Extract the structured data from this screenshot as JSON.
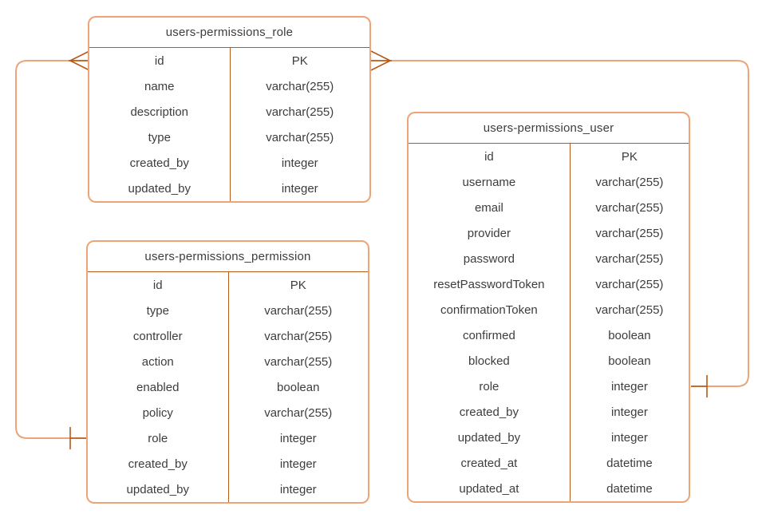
{
  "diagram": {
    "type": "entity-relationship",
    "colors": {
      "line": "#eca479",
      "marker": "#b85a17",
      "text": "#3d3d3d",
      "background": "#ffffff"
    },
    "entities": [
      {
        "name": "users-permissions_role",
        "fields": [
          {
            "name": "id",
            "type": "PK"
          },
          {
            "name": "name",
            "type": "varchar(255)"
          },
          {
            "name": "description",
            "type": "varchar(255)"
          },
          {
            "name": "type",
            "type": "varchar(255)"
          },
          {
            "name": "created_by",
            "type": "integer"
          },
          {
            "name": "updated_by",
            "type": "integer"
          }
        ]
      },
      {
        "name": "users-permissions_permission",
        "fields": [
          {
            "name": "id",
            "type": "PK"
          },
          {
            "name": "type",
            "type": "varchar(255)"
          },
          {
            "name": "controller",
            "type": "varchar(255)"
          },
          {
            "name": "action",
            "type": "varchar(255)"
          },
          {
            "name": "enabled",
            "type": "boolean"
          },
          {
            "name": "policy",
            "type": "varchar(255)"
          },
          {
            "name": "role",
            "type": "integer"
          },
          {
            "name": "created_by",
            "type": "integer"
          },
          {
            "name": "updated_by",
            "type": "integer"
          }
        ]
      },
      {
        "name": "users-permissions_user",
        "fields": [
          {
            "name": "id",
            "type": "PK"
          },
          {
            "name": "username",
            "type": "varchar(255)"
          },
          {
            "name": "email",
            "type": "varchar(255)"
          },
          {
            "name": "provider",
            "type": "varchar(255)"
          },
          {
            "name": "password",
            "type": "varchar(255)"
          },
          {
            "name": "resetPasswordToken",
            "type": "varchar(255)"
          },
          {
            "name": "confirmationToken",
            "type": "varchar(255)"
          },
          {
            "name": "confirmed",
            "type": "boolean"
          },
          {
            "name": "blocked",
            "type": "boolean"
          },
          {
            "name": "role",
            "type": "integer"
          },
          {
            "name": "created_by",
            "type": "integer"
          },
          {
            "name": "updated_by",
            "type": "integer"
          },
          {
            "name": "created_at",
            "type": "datetime"
          },
          {
            "name": "updated_at",
            "type": "datetime"
          }
        ]
      }
    ],
    "relationships": [
      {
        "end_a": {
          "entity": "users-permissions_role",
          "field": "id",
          "cardinality": "many",
          "symbol": "crow's foot"
        },
        "end_b": {
          "entity": "users-permissions_permission",
          "field": "role",
          "cardinality": "one",
          "symbol": "tick"
        },
        "route": "left side of canvas"
      },
      {
        "end_a": {
          "entity": "users-permissions_role",
          "field": "id",
          "cardinality": "many",
          "symbol": "crow's foot"
        },
        "end_b": {
          "entity": "users-permissions_user",
          "field": "role",
          "cardinality": "one",
          "symbol": "tick"
        },
        "route": "right side of canvas"
      }
    ]
  }
}
